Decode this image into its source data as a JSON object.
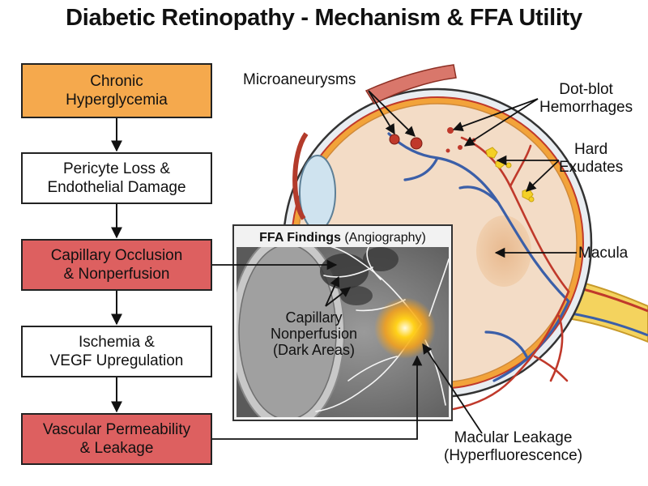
{
  "title": "Diabetic Retinopathy - Mechanism & FFA Utility",
  "flow": [
    {
      "line1": "Chronic",
      "line2": "Hyperglycemia",
      "fill": "#f5a94d"
    },
    {
      "line1": "Pericyte Loss &",
      "line2": "Endothelial Damage",
      "fill": "#ffffff"
    },
    {
      "line1": "Capillary Occlusion",
      "line2": "& Nonperfusion",
      "fill": "#dd6060"
    },
    {
      "line1": "Ischemia &",
      "line2": "VEGF Upregulation",
      "fill": "#ffffff"
    },
    {
      "line1": "Vascular Permeability",
      "line2": "& Leakage",
      "fill": "#dd6060"
    }
  ],
  "eye_labels": {
    "microaneurysms": "Microaneurysms",
    "dot_blot_1": "Dot-blot",
    "dot_blot_2": "Hemorrhages",
    "hard_exudates_1": "Hard",
    "hard_exudates_2": "Exudates",
    "macula": "Macula"
  },
  "ffa": {
    "title_bold": "FFA Findings",
    "title_rest": "(Angiography)",
    "nonperfusion_1": "Capillary",
    "nonperfusion_2": "Nonperfusion",
    "nonperfusion_3": "(Dark Areas)",
    "leakage_1": "Macular Leakage",
    "leakage_2": "(Hyperfluorescence)"
  },
  "colors": {
    "orange": "#f5a94d",
    "red": "#dd6060",
    "vein": "#3b5fa8",
    "artery": "#c0392b",
    "sclera": "#e9edf1",
    "retina": "#f3dcc6",
    "leak": "#ffd21a"
  }
}
